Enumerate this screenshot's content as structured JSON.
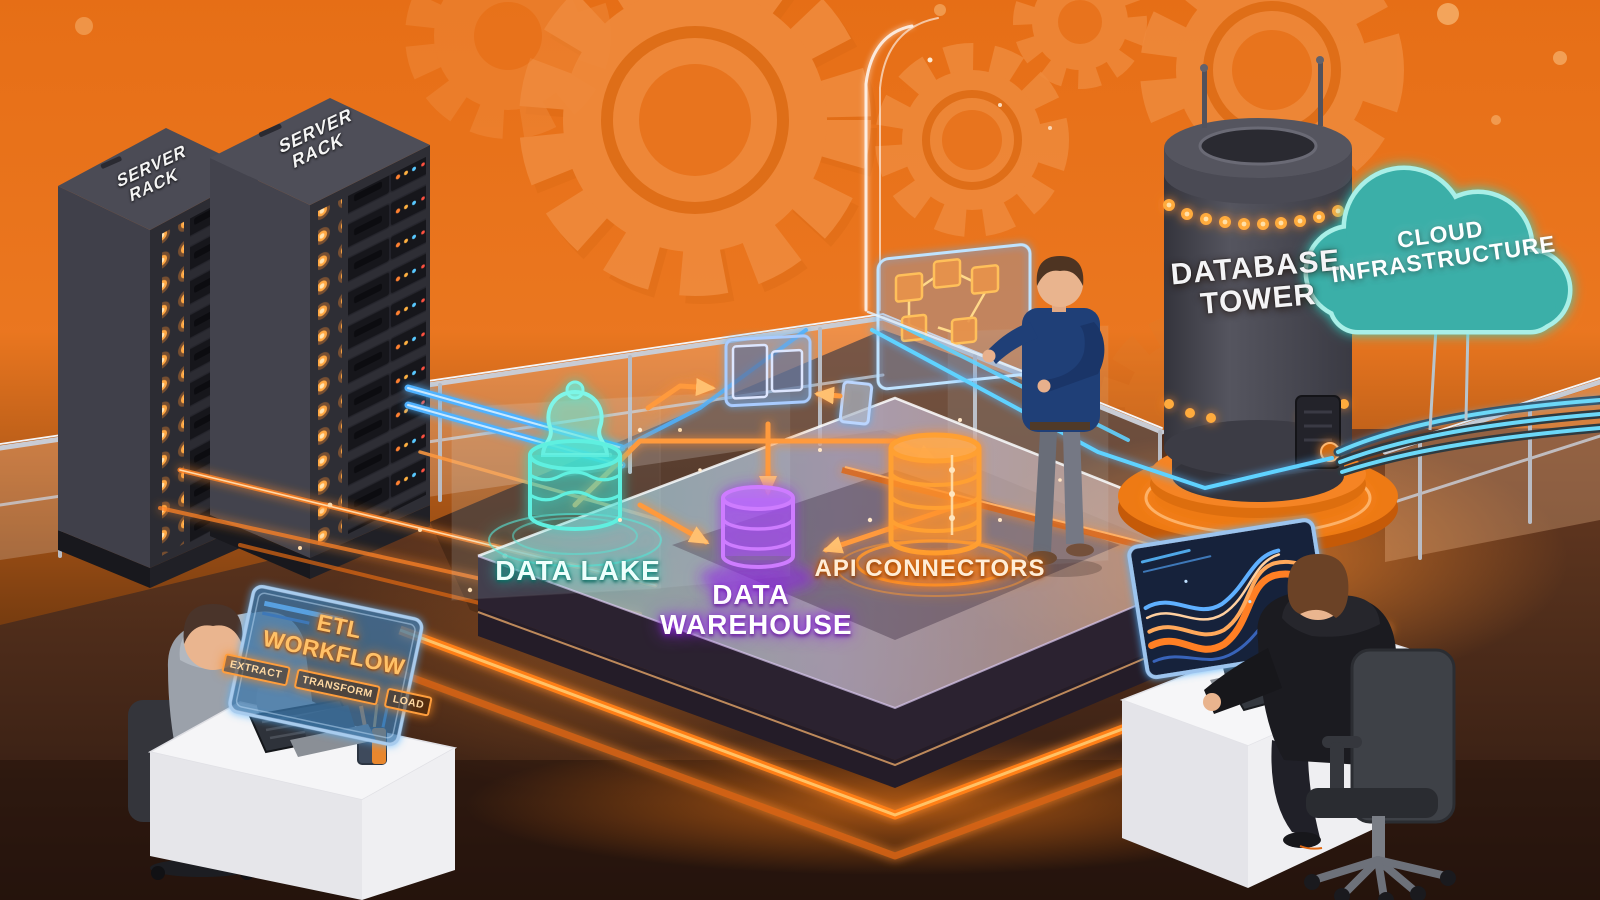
{
  "scene": {
    "description": "Isometric 3D illustration of a data engineering control room with a glowing data pipeline"
  },
  "labels": {
    "server_rack_left": "SERVER RACK",
    "server_rack_right": "SERVER RACK",
    "database_tower": "DATABASE TOWER",
    "cloud_infrastructure": "CLOUD INFRASTRUCTURE",
    "data_lake": "DATA LAKE",
    "data_warehouse": "DATA WAREHOUSE",
    "api_connectors": "API CONNECTORS",
    "etl": {
      "title": "ETL WORKFLOW",
      "steps": [
        "EXTRACT",
        "TRANSFORM",
        "LOAD"
      ]
    }
  },
  "icons": {
    "server_rack": "server-rack-icon",
    "database_tower": "database-tower-icon",
    "cloud": "cloud-icon",
    "data_lake": "data-lake-cylinder-icon",
    "data_warehouse": "database-cylinder-icon",
    "api_connectors": "database-cylinder-icon",
    "gears": "gear-icon",
    "flowchart_panel": "node-graph-icon",
    "document_panel": "document-panels-icon",
    "arrows": "flow-arrow-icon"
  },
  "colors": {
    "background": "#E9751F",
    "gear": "#EF8A3C",
    "floor": "#5E3019",
    "neon_orange": "#FF8C2A",
    "neon_teal": "#4BE4D4",
    "neon_purple": "#B95CFF",
    "neon_blue": "#5FB6FF",
    "cloud_fill": "#3BAFA8",
    "rack_body": "#2F2F37",
    "tower_body": "#45454F",
    "desk": "#F4F4F6",
    "monitor_glow": "#9CC8F0"
  }
}
